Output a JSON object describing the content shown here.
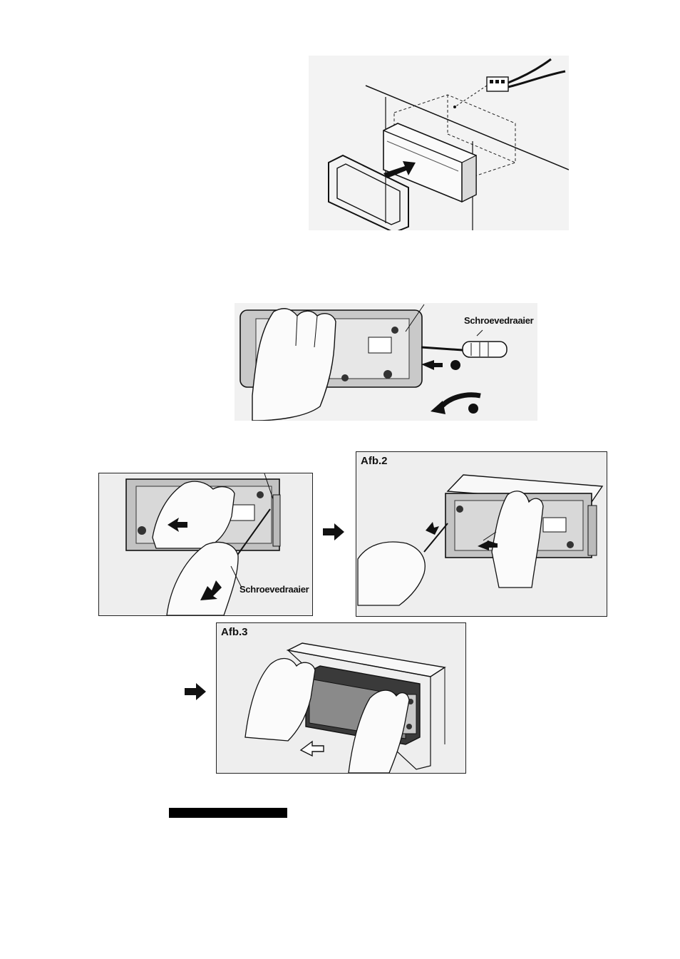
{
  "figures": {
    "installation": {},
    "faceplate_removal": {
      "tool_label": "Schroevedraaier"
    },
    "afb1": {
      "tool_label": "Schroevedraaier"
    },
    "afb2": {
      "title": "Afb.2"
    },
    "afb3": {
      "title": "Afb.3"
    }
  },
  "colors": {
    "ink": "#111111",
    "halftone": "#eeeeee"
  }
}
